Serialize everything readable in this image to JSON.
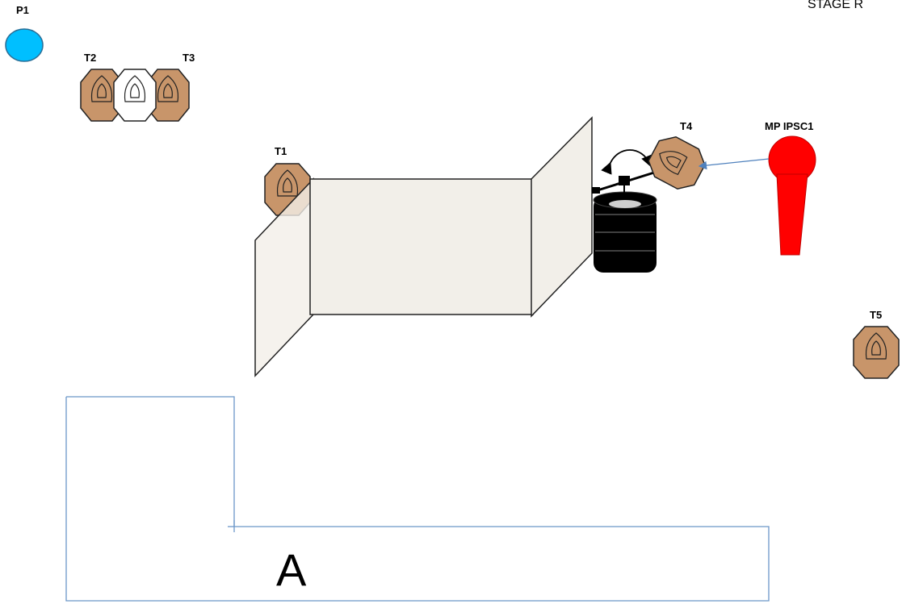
{
  "stage_title": "STAGE R",
  "labels": {
    "p1": "P1",
    "t1": "T1",
    "t2": "T2",
    "t3": "T3",
    "t4": "T4",
    "t5": "T5",
    "mp": "MP IPSC1",
    "area": "A"
  },
  "colors": {
    "paper_target": "#c8956a",
    "no_shoot": "#ffffff",
    "start_marker": "#00bfff",
    "mini_popper": "#ff0000",
    "wall": "#f2efe9",
    "area_line": "#6b96c8",
    "link_arrow": "#4f81bd",
    "drum": "#000000"
  }
}
